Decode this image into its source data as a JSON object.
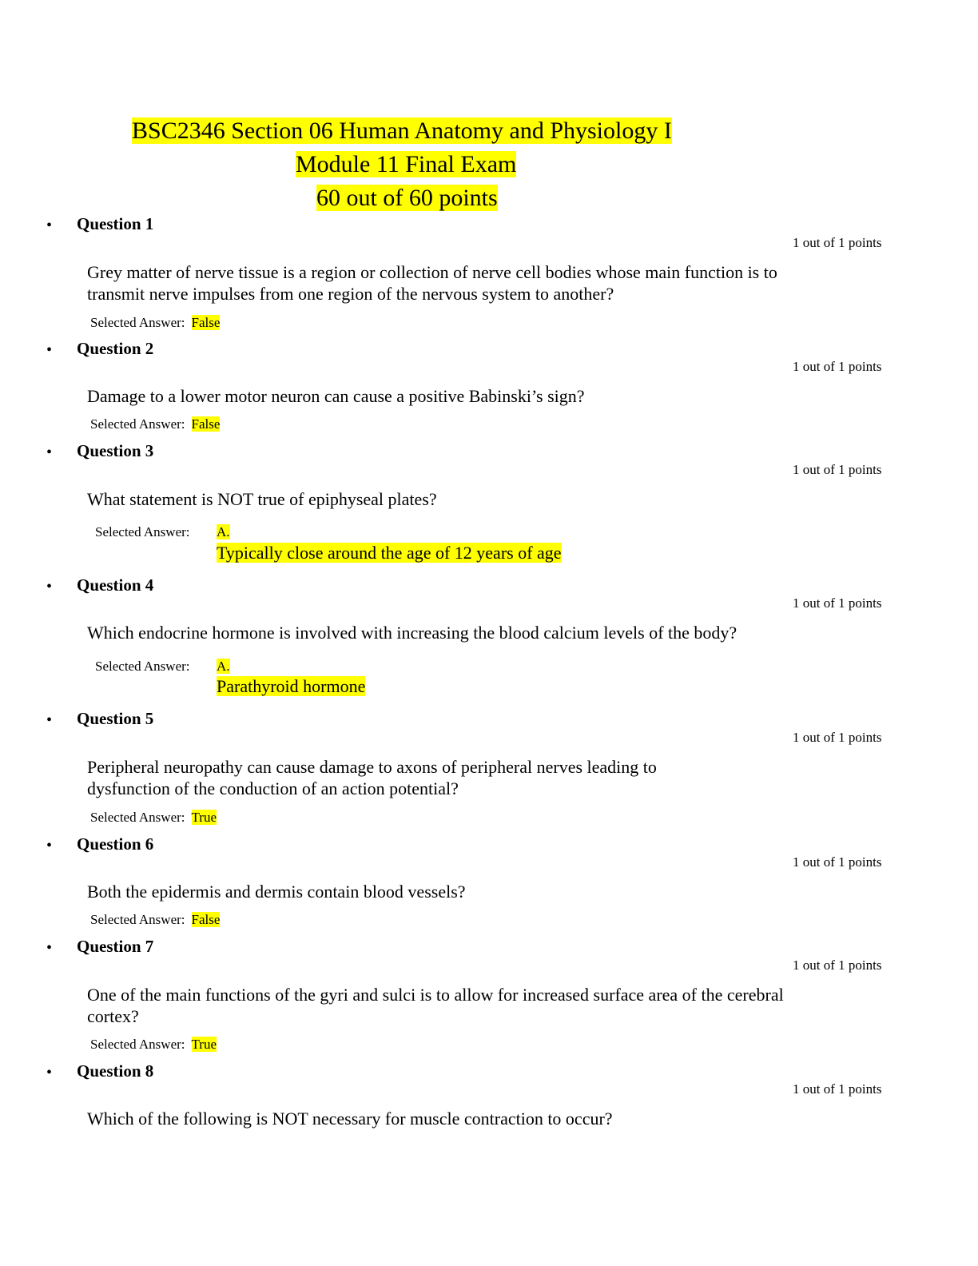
{
  "header": {
    "course": "BSC2346 Section 06 Human Anatomy and Physiology I",
    "exam": "Module 11 Final Exam",
    "score": "60 out of 60 points"
  },
  "questions": [
    {
      "heading": "Question 1",
      "points": "1 out of 1 points",
      "text": "Grey matter of nerve tissue is a region or collection of nerve cell bodies whose main function is to transmit nerve impulses from one region of the nervous system to another?",
      "answer_label": "Selected Answer:",
      "answer": "False"
    },
    {
      "heading": "Question 2",
      "points": "1 out of 1 points",
      "text": "Damage to a lower motor neuron can cause a positive Babinski’s sign?",
      "answer_label": "Selected Answer:",
      "answer": "False"
    },
    {
      "heading": "Question 3",
      "points": "1 out of 1 points",
      "text": "What statement is NOT true of epiphyseal plates?",
      "answer_label": "Selected Answer:",
      "answer_letter": "A.",
      "answer": "Typically close around the age of 12 years of age"
    },
    {
      "heading": "Question 4",
      "points": "1 out of 1 points",
      "text": "Which endocrine hormone is involved with increasing the blood calcium levels of the body?",
      "answer_label": "Selected Answer:",
      "answer_letter": "A.",
      "answer": "Parathyroid hormone"
    },
    {
      "heading": "Question 5",
      "points": "1 out of 1 points",
      "text": "Peripheral neuropathy can cause damage to axons of peripheral nerves leading to dysfunction of the conduction of an action potential?",
      "answer_label": "Selected Answer:",
      "answer": "True"
    },
    {
      "heading": "Question 6",
      "points": "1 out of 1 points",
      "text": "Both the epidermis and dermis contain blood vessels?",
      "answer_label": "Selected Answer:",
      "answer": "False"
    },
    {
      "heading": "Question 7",
      "points": "1 out of 1 points",
      "text": "One of the main functions of the gyri and sulci is to allow for increased surface area of the cerebral cortex?",
      "answer_label": "Selected Answer:",
      "answer": "True"
    },
    {
      "heading": "Question 8",
      "points": "1 out of 1 points",
      "text": "Which of the following is NOT necessary for muscle contraction to occur?"
    }
  ],
  "bullet_glyph": "•",
  "highlight_color": "#ffff00"
}
